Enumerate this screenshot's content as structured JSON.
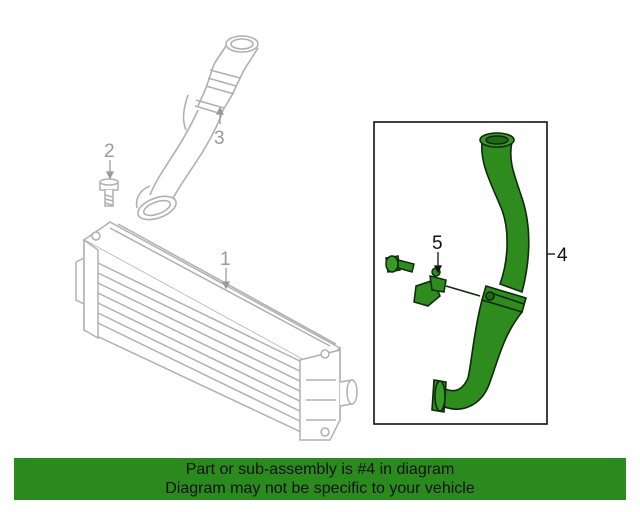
{
  "diagram": {
    "callouts": {
      "c1": "1",
      "c2": "2",
      "c3": "3",
      "c4": "4",
      "c5": "5"
    },
    "highlight_color": "#2e8b1e",
    "line_color": "#b0b0b0"
  },
  "banner": {
    "line1": "Part or sub-assembly is #4 in diagram",
    "line2": "Diagram may not be specific to your vehicle",
    "background": "#2a8a1e"
  }
}
